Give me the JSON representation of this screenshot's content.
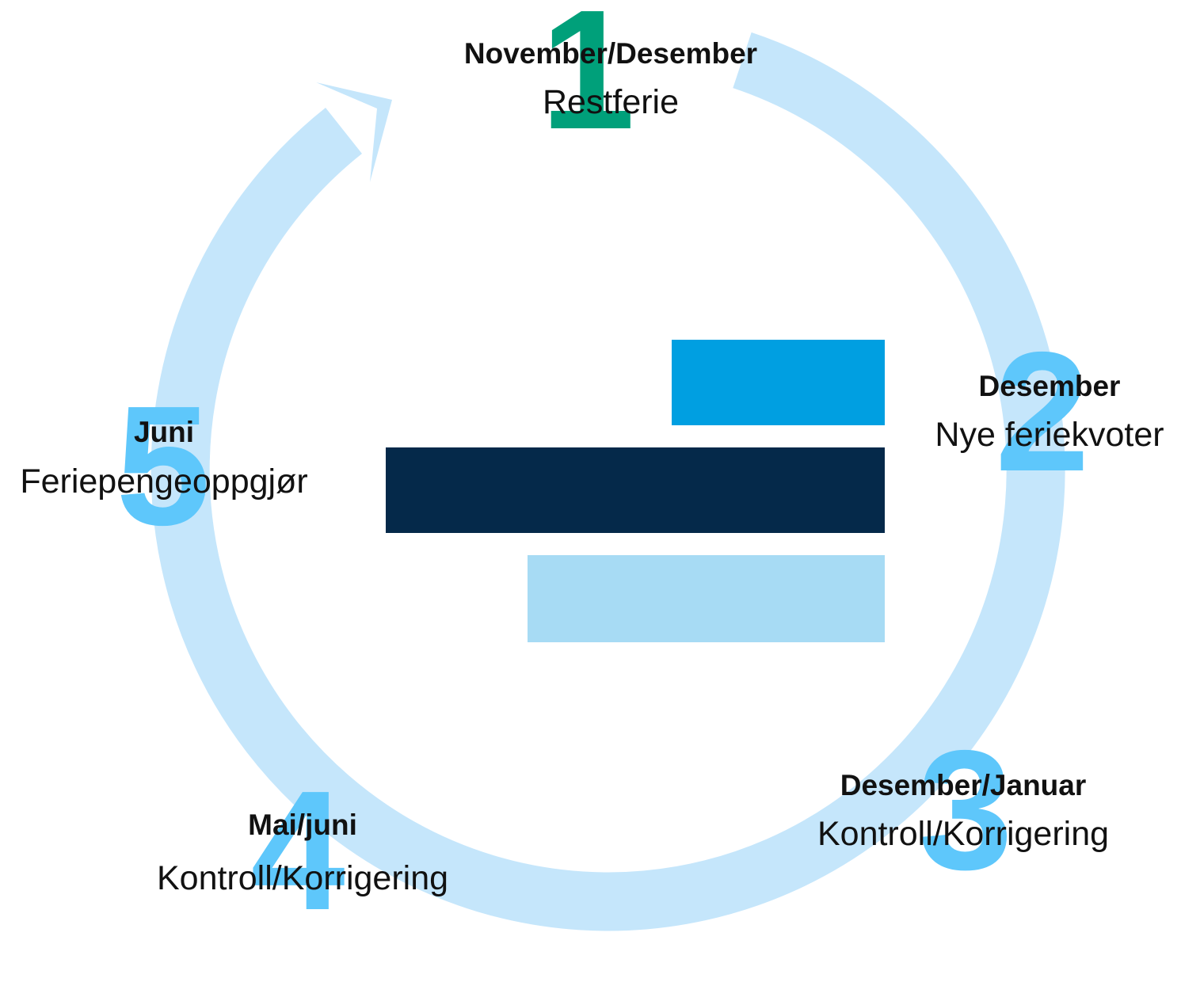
{
  "colors": {
    "ring": "#c5e6fb",
    "number_first": "#00a07a",
    "number_other": "#5ec7fb",
    "bar_top": "#009fe1",
    "bar_middle": "#05294a",
    "bar_bottom": "#a7dbf4",
    "text": "#111111"
  },
  "steps": [
    {
      "number": "1",
      "title": "November/Desember",
      "description": "Restferie"
    },
    {
      "number": "2",
      "title": "Desember",
      "description": "Nye feriekvoter"
    },
    {
      "number": "3",
      "title": "Desember/Januar",
      "description": "Kontroll/Korrigering"
    },
    {
      "number": "4",
      "title": "Mai/juni",
      "description": "Kontroll/Korrigering"
    },
    {
      "number": "5",
      "title": "Juni",
      "description": "Feriepengeoppgjør"
    }
  ],
  "logo": {
    "name": "three-horizontal-bars-logo",
    "bars": [
      "top",
      "middle",
      "bottom"
    ]
  }
}
